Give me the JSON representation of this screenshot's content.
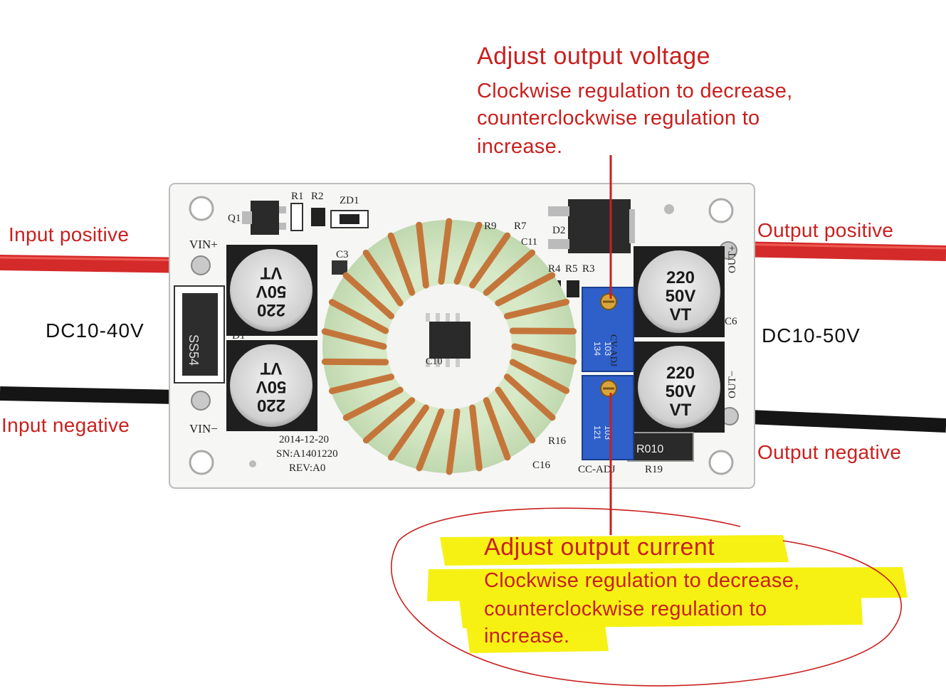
{
  "colors": {
    "annotation_red": "#c8201e",
    "highlight_yellow": "#f6f000",
    "wire_red": "#d42a2a",
    "wire_black": "#151515",
    "copper": "#c4763a",
    "core_green": "#cfe3c0",
    "pot_blue": "#2f5fc9"
  },
  "voltage_note": {
    "title": "Adjust output voltage",
    "line1": "Clockwise regulation to decrease,",
    "line2": "counterclockwise regulation to",
    "line3": "increase."
  },
  "current_note": {
    "title": "Adjust output current",
    "line1": "Clockwise regulation to decrease,",
    "line2": "counterclockwise regulation to",
    "line3": "increase."
  },
  "wires": {
    "input_positive": "Input positive",
    "input_negative": "Input negative",
    "output_positive": "Output positive",
    "output_negative": "Output negative"
  },
  "ranges": {
    "input": "DC10-40V",
    "output": "DC10-50V"
  },
  "board": {
    "vin_plus": "VIN+",
    "vin_minus": "VIN−",
    "out_plus": "OUT+",
    "out_minus": "OUT−",
    "r1": "R1",
    "r2": "R2",
    "zd1": "ZD1",
    "q1": "Q1",
    "c3": "C3",
    "d1": "D1",
    "r9": "R9",
    "r7": "R7",
    "c11": "C11",
    "d2": "D2",
    "r4": "R4",
    "r5": "R5",
    "r3": "R3",
    "c6": "C6",
    "c10": "C10",
    "r16": "R16",
    "c16": "C16",
    "r19": "R19",
    "cv_adj": "CV-ADJ",
    "cc_adj": "CC-ADJ",
    "date": "2014-12-20",
    "serial": "SN:A1401220",
    "rev": "REV:A0",
    "diode_code": "SS54",
    "resistor_code": "R010",
    "pot_upper_code1": "134",
    "pot_upper_code2": "103",
    "pot_lower_code1": "121",
    "pot_lower_code2": "103",
    "cap_value": "220",
    "cap_voltage": "50V",
    "cap_series": "VT"
  }
}
